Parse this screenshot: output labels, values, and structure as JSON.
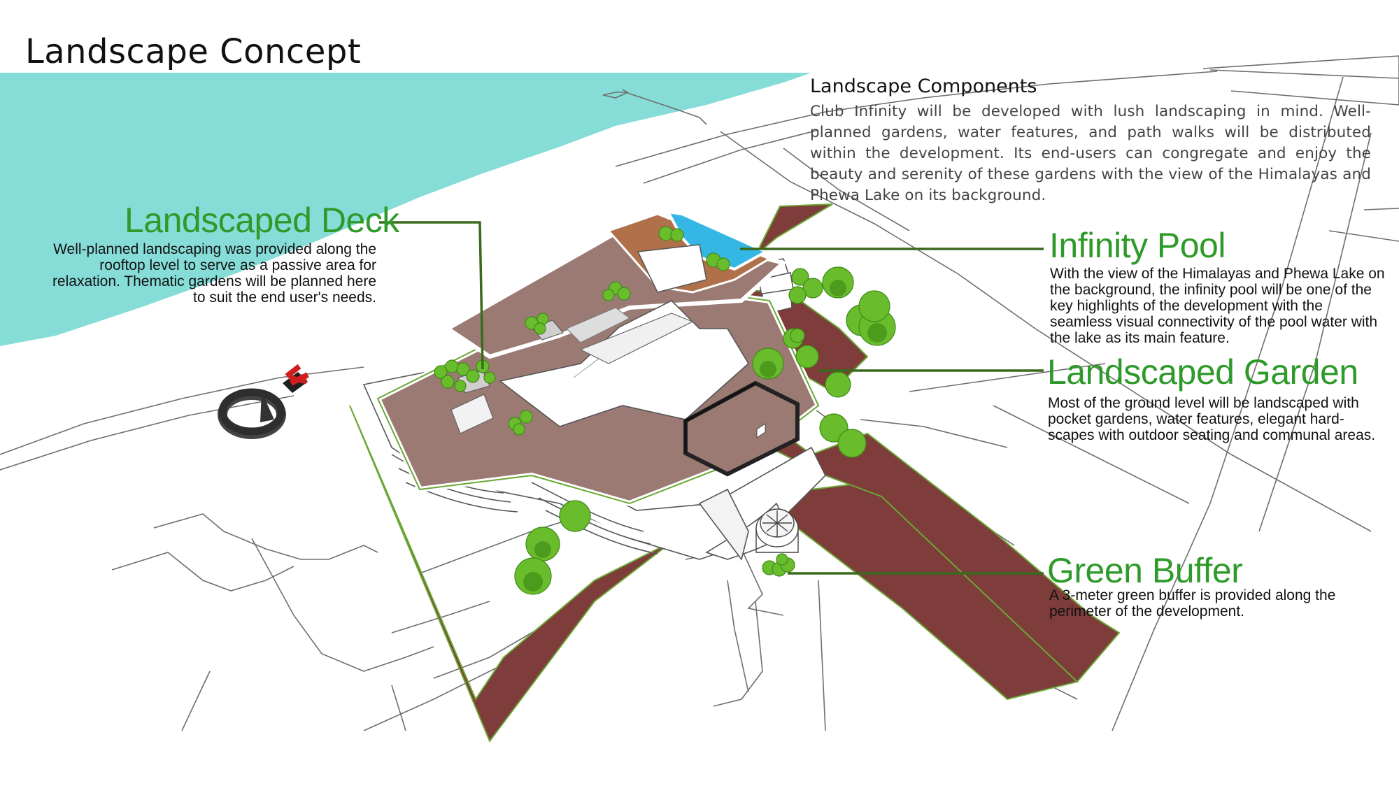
{
  "page": {
    "title": "Landscape Concept"
  },
  "components": {
    "heading": "Landscape Components",
    "text": "Club Infinity will be developed with lush landscaping in mind. Well-planned gardens, water features, and path walks will be distributed within the development. Its end-users can congregate and enjoy the beauty and serenity of these gardens with the view of the Himalayas and Phewa Lake on its background."
  },
  "callouts": [
    {
      "title": "Landscaped Deck",
      "text": "Well-planned landscaping was provided along the rooftop level to serve as a passive area for relaxation. Thematic gardens will be planned here to suit the end user's needs."
    },
    {
      "title": "Infinity Pool",
      "text": "With the view of the Himalayas and Phewa Lake on the background, the infinity pool will be one of the key highlights of the development with the seamless visual connectivity of the pool water with the lake as its main feature."
    },
    {
      "title": "Landscaped Garden",
      "text": "Most of the ground level will be landscaped with pocket gardens, water features, elegant hard-scapes with outdoor seating and communal areas."
    },
    {
      "title": "Green Buffer",
      "text": "A 3-meter green buffer is provided along the perimeter of the development."
    }
  ],
  "north_arrow": {
    "label": "N"
  },
  "colors": {
    "lake": "#86dcd7",
    "callout_green": "#2e9a2a",
    "leader_line": "#3a6a1c",
    "pavement": "#7e3c3a",
    "roof_deck": "#9c7a74",
    "wood_deck": "#b0704a",
    "pool": "#35b7e6",
    "tree_green": "#69bd2c",
    "tree_shade": "#4c9b1c"
  }
}
